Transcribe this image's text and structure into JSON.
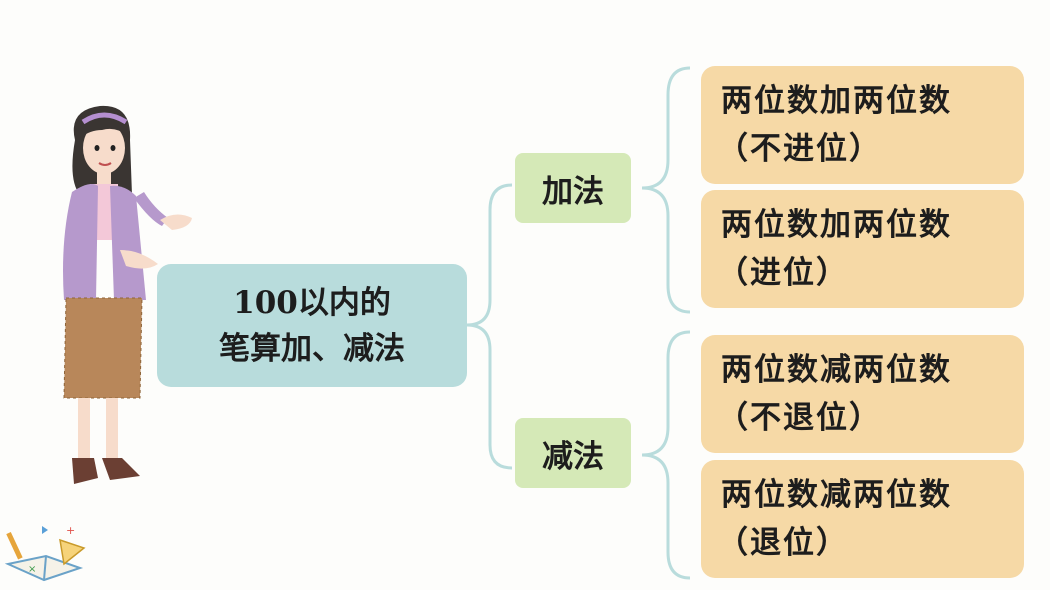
{
  "root": {
    "line1": "100以内的",
    "line2": "笔算加、减法"
  },
  "branches": [
    {
      "label": "加法",
      "leaves": [
        {
          "line1": "两位数加两位数",
          "line2": "（不进位）"
        },
        {
          "line1": "两位数加两位数",
          "line2": "（进位）"
        }
      ]
    },
    {
      "label": "减法",
      "leaves": [
        {
          "line1": "两位数减两位数",
          "line2": "（不退位）"
        },
        {
          "line1": "两位数减两位数",
          "line2": "（退位）"
        }
      ]
    }
  ],
  "colors": {
    "root_fill": "#b8dcdc",
    "branch_fill": "#d5e9b7",
    "leaf_fill": "#f6d9a6",
    "connector": "#b9dcdc"
  }
}
